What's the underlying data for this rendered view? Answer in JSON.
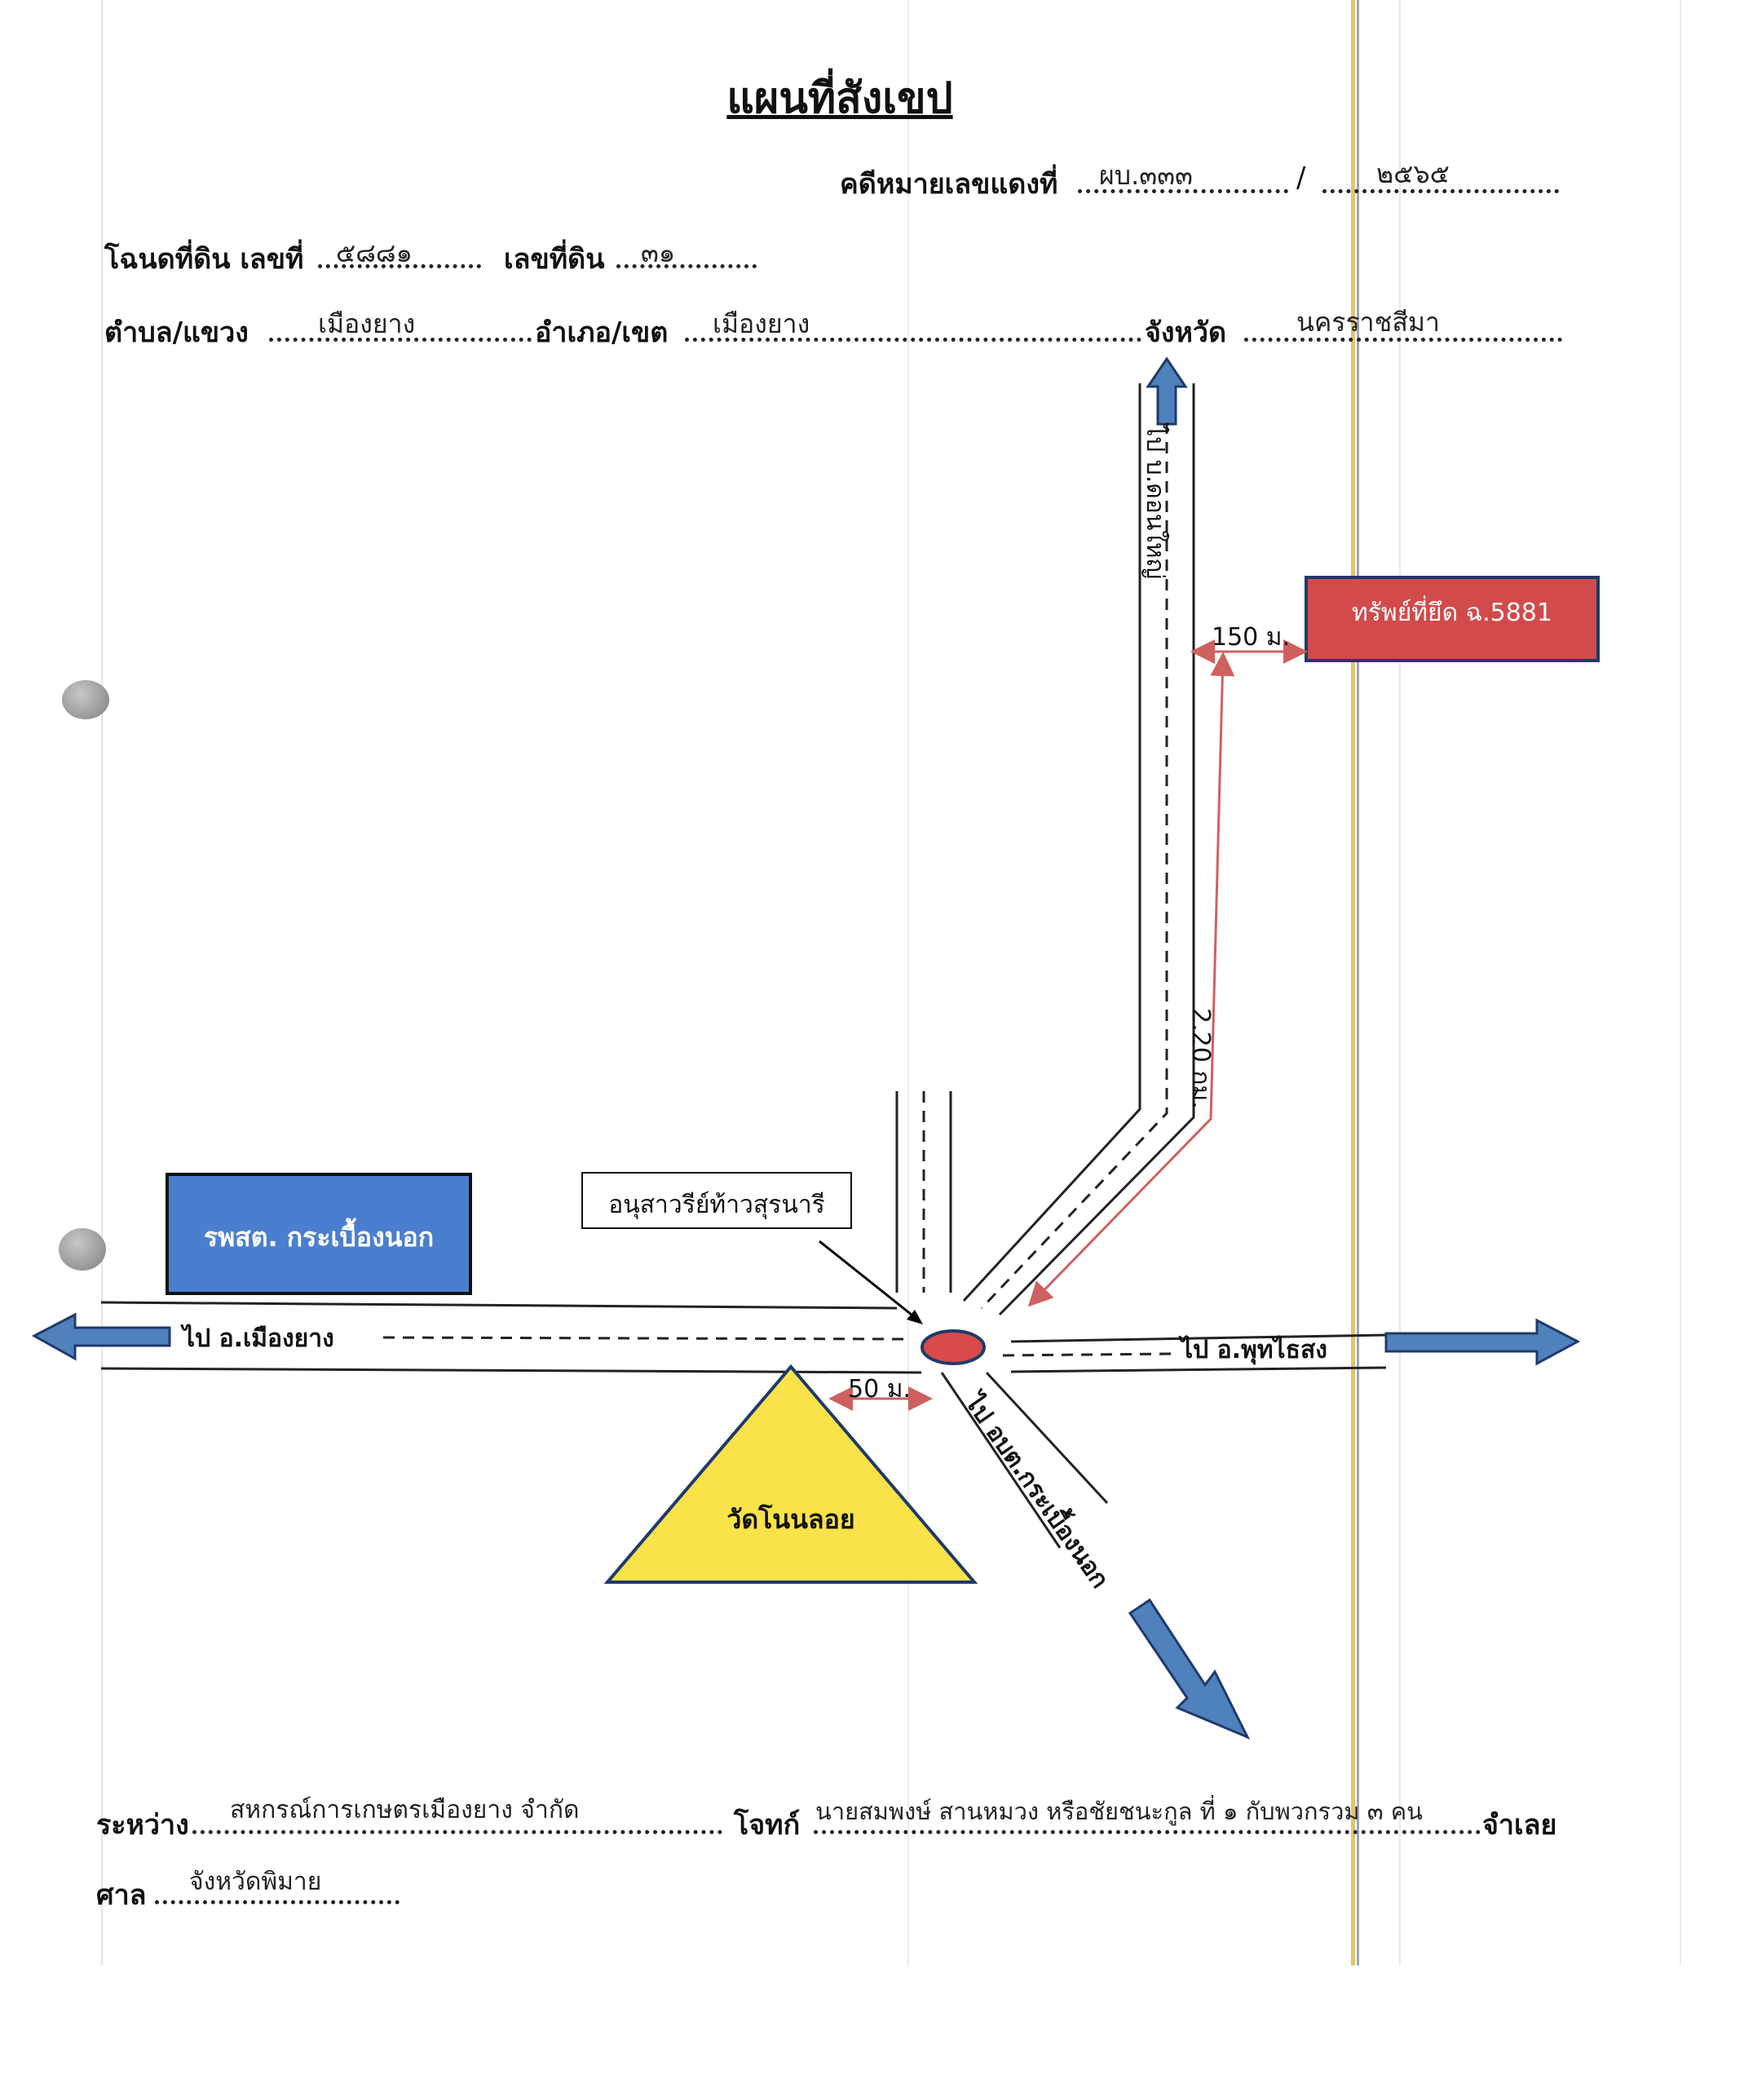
{
  "title": "แผนที่สังเขป",
  "case": {
    "label": "คดีหมายเลขแดงที่",
    "number": "ผบ.๓๓๓",
    "separator": "/",
    "year": "๒๕๖๕"
  },
  "deed": {
    "label": "โฉนดที่ดิน เลขที่",
    "number": "๕๘๘๑",
    "land_label": "เลขที่ดิน",
    "land_number": "๓๑"
  },
  "location": {
    "subdistrict_label": "ตำบล/แขวง",
    "subdistrict": "เมืองยาง",
    "district_label": "อำเภอ/เขต",
    "district": "เมืองยาง",
    "province_label": "จังหวัด",
    "province": "นครราชสีมา"
  },
  "map": {
    "road_north": "ไป บ.ดอนใหญ่",
    "road_west": "ไป อ.เมืองยาง",
    "road_east": "ไป อ.พุทไธสง",
    "road_southeast": "ไป อบต.กระเบื้องนอก",
    "monument": "อนุสาวรีย์ท้าวสุรนารี",
    "hospital": "รพสต. กระเบื้องนอก",
    "temple": "วัดโนนลอย",
    "seized_property": "ทรัพย์ที่ยึด ฉ.5881",
    "distance_150": "150 ม.",
    "distance_220": "2.20 กม.",
    "distance_50": "50 ม.",
    "colors": {
      "arrow_blue": "#4f81bd",
      "hospital_blue": "#4a7fcf",
      "property_red": "#d24a4a",
      "temple_yellow": "#f9e24a",
      "measure_red": "#d06060"
    }
  },
  "footer": {
    "between_label": "ระหว่าง",
    "plaintiff": "สหกรณ์การเกษตรเมืองยาง จำกัด",
    "plaintiff_label": "โจทก์",
    "defendant": "นายสมพงษ์ สานหมวง หรือชัยชนะกูล  ที่ ๑ กับพวกรวม ๓ คน",
    "defendant_label": "จำเลย",
    "court_label": "ศาล",
    "court": "จังหวัดพิมาย"
  }
}
